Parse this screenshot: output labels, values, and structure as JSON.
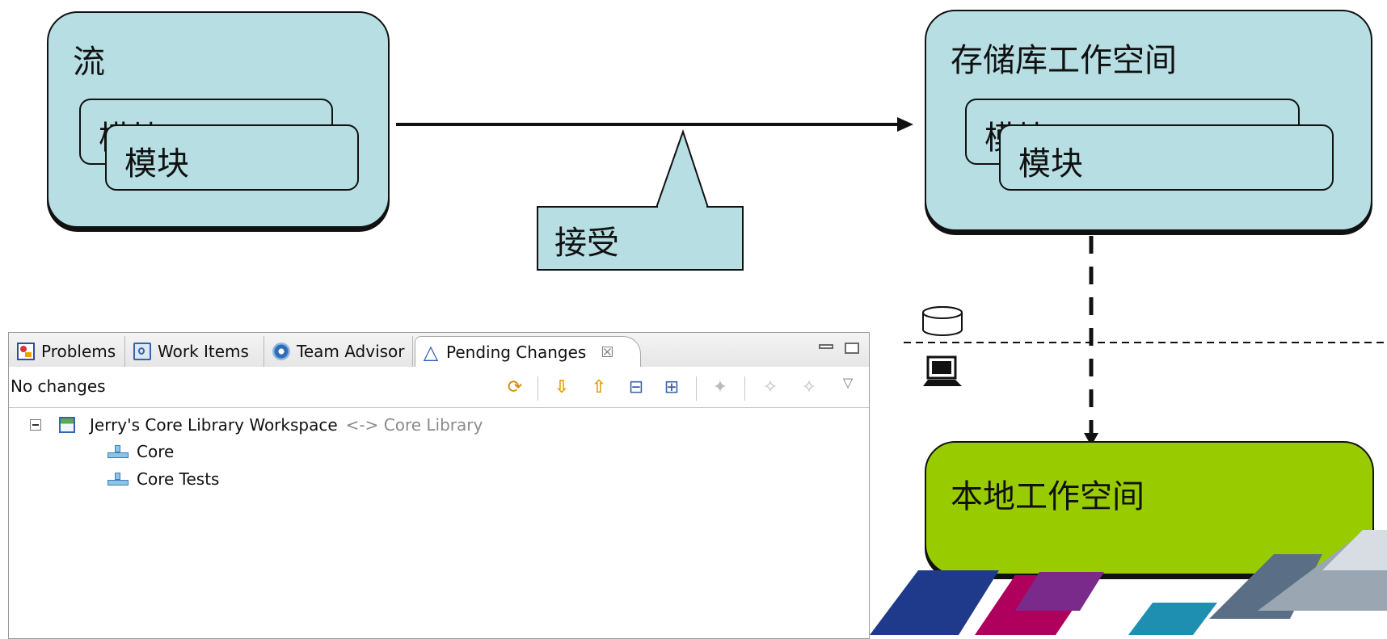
{
  "diagram": {
    "stream": {
      "title": "流",
      "modules": [
        "模块",
        "模块"
      ]
    },
    "repository_workspace": {
      "title": "存储库工作空间",
      "modules": [
        "模块",
        "模块"
      ]
    },
    "accept_callout": "接受",
    "local_workspace": {
      "title": "本地工作空间"
    }
  },
  "panel": {
    "tabs": [
      {
        "label": "Problems",
        "icon": "problems-icon"
      },
      {
        "label": "Work Items",
        "icon": "work-items-icon"
      },
      {
        "label": "Team Advisor",
        "icon": "team-advisor-icon"
      },
      {
        "label": "Pending Changes",
        "icon": "pending-changes-icon",
        "active": true
      }
    ],
    "close_glyph": "☒",
    "status": "No changes",
    "tree": {
      "workspace_name": "Jerry's Core Library Workspace",
      "workspace_target": "<-> Core Library",
      "components": [
        "Core",
        "Core Tests"
      ]
    }
  },
  "colors": {
    "module_box": "#b7dfe3",
    "local_workspace": "#99cc00"
  }
}
